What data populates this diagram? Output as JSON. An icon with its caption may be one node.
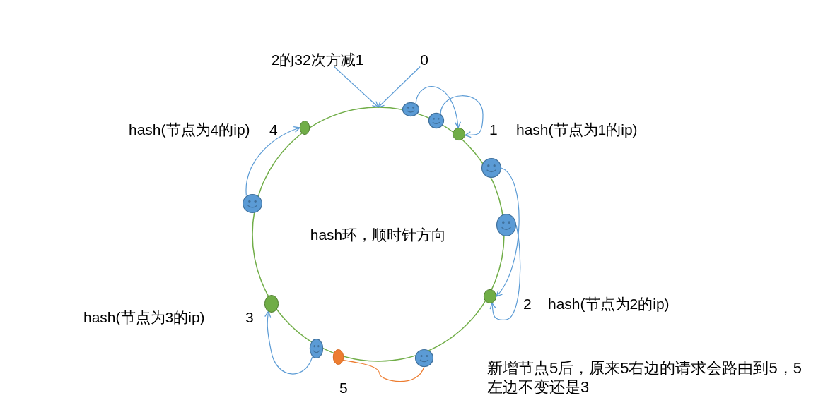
{
  "diagram": {
    "nodes": [
      {
        "text": [
          "hash环，顺时针方向"
        ]
      },
      {
        "text": [
          "2的32次方减1"
        ]
      },
      {
        "text": [
          "0"
        ]
      },
      {
        "text": [],
        "shape": "smiley"
      },
      {
        "text": [],
        "shape": "smiley"
      },
      {
        "text": [],
        "shape": "circle"
      },
      {
        "text": [],
        "shape": "circle"
      },
      {
        "text": [],
        "shape": "smiley"
      },
      {
        "text": [],
        "shape": "smiley"
      },
      {
        "text": [],
        "shape": "smiley"
      },
      {
        "text": [],
        "shape": "circle"
      },
      {
        "text": [],
        "shape": "circle"
      },
      {
        "text": [],
        "shape": "smiley"
      },
      {
        "text": [],
        "shape": "circle"
      },
      {
        "text": [],
        "shape": "smiley"
      }
    ],
    "edges": [
      {
        "from": 1,
        "to": 0,
        "arrow": "to"
      },
      {
        "from": 2,
        "to": 0,
        "arrow": "to"
      },
      {
        "from": 3,
        "to": 6,
        "arrow": "to"
      },
      {
        "from": 4,
        "to": 6,
        "arrow": "to"
      },
      {
        "from": 7,
        "to": 10,
        "arrow": "to"
      },
      {
        "from": 9,
        "to": 10,
        "arrow": "to"
      },
      {
        "from": 8,
        "to": 5,
        "arrow": "to"
      },
      {
        "from": 12,
        "to": 11,
        "arrow": "to"
      },
      {
        "from": 13,
        "to": 14,
        "arrow": "none",
        "color": "#ed7d31"
      }
    ],
    "labels": [
      "hash(节点为4的ip)",
      "4",
      "1",
      "hash(节点为1的ip)",
      "2",
      "hash(节点为2的ip)",
      "hash(节点为3的ip)",
      "3",
      "5",
      "新增节点5后，原来5右边的请求会路由到5，5左边不变还是3"
    ]
  }
}
